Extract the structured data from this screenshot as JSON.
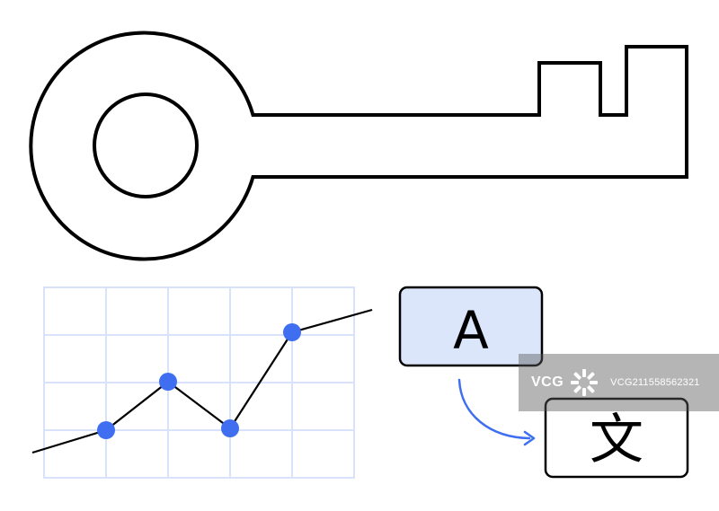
{
  "translation": {
    "source_glyph": "A",
    "target_glyph": "文"
  },
  "watermark": {
    "brand": "VCG",
    "id_text": "VCG211558562321"
  },
  "colors": {
    "stroke": "#000000",
    "accent_blue": "#3f6ff0",
    "grid": "#d8e2fb",
    "source_box_fill": "#dbe6fb"
  }
}
